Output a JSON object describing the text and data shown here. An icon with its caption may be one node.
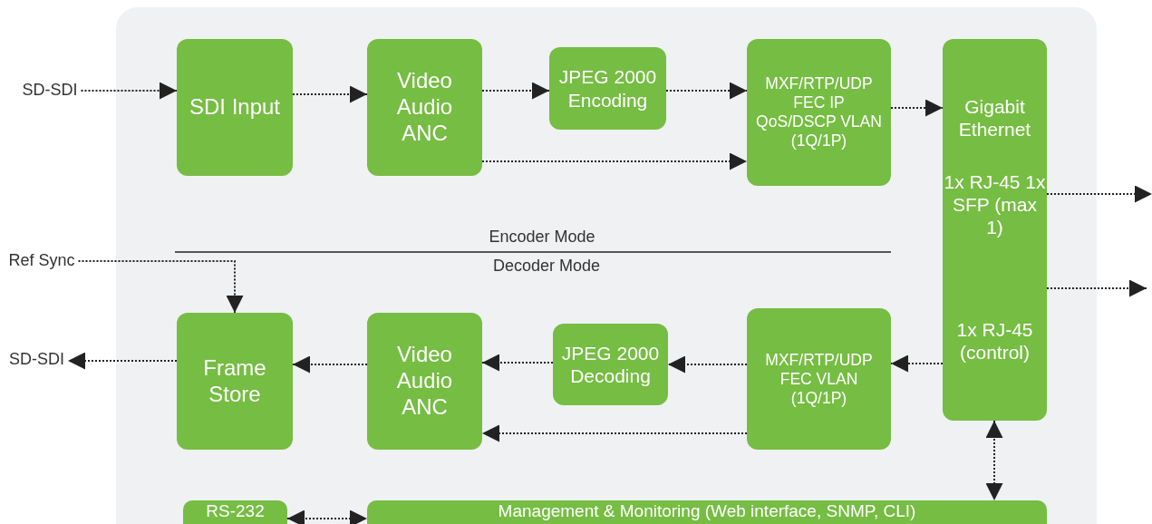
{
  "diagram": {
    "nodes": [
      {
        "text": [
          "SD-SDI"
        ]
      },
      {
        "text": [
          "SDI Input"
        ]
      },
      {
        "text": [
          "Video Audio ANC"
        ]
      },
      {
        "text": [
          "JPEG 2000 Encoding"
        ]
      },
      {
        "text": [
          "MXF/RTP/UDP FEC IP QoS/DSCP VLAN (1Q/1P)"
        ]
      },
      {
        "text": [
          "Gigabit Ethernet",
          "1x RJ-45 1x SFP (max 1)",
          "1x RJ-45 (control)"
        ]
      },
      {
        "text": [
          "Ref Sync"
        ]
      },
      {
        "text": [
          "SD-SDI"
        ]
      },
      {
        "text": [
          "Frame Store"
        ]
      },
      {
        "text": [
          "Video Audio ANC"
        ]
      },
      {
        "text": [
          "JPEG 2000 Decoding"
        ]
      },
      {
        "text": [
          "MXF/RTP/UDP FEC VLAN (1Q/1P)"
        ]
      },
      {
        "text": [
          "RS-232"
        ]
      },
      {
        "text": [
          "Management & Monitoring (Web interface, SNMP, CLI)"
        ]
      }
    ],
    "edges": [
      {
        "from": 0,
        "to": 1,
        "arrow": "to"
      },
      {
        "from": 1,
        "to": 2,
        "arrow": "to"
      },
      {
        "from": 2,
        "to": 3,
        "arrow": "to"
      },
      {
        "from": 2,
        "to": 4,
        "arrow": "to"
      },
      {
        "from": 3,
        "to": 4,
        "arrow": "to"
      },
      {
        "from": 4,
        "to": 5,
        "arrow": "to"
      },
      {
        "from": 5,
        "to": null,
        "arrow": "to"
      },
      {
        "from": 5,
        "to": null,
        "arrow": "to"
      },
      {
        "from": 6,
        "to": 8,
        "arrow": "to"
      },
      {
        "from": 5,
        "to": 11,
        "arrow": "to"
      },
      {
        "from": 11,
        "to": 10,
        "arrow": "to"
      },
      {
        "from": 11,
        "to": 9,
        "arrow": "to"
      },
      {
        "from": 10,
        "to": 9,
        "arrow": "to"
      },
      {
        "from": 9,
        "to": 8,
        "arrow": "to"
      },
      {
        "from": 8,
        "to": 7,
        "arrow": "to"
      },
      {
        "from": 5,
        "to": 13,
        "arrow": "both"
      },
      {
        "from": 12,
        "to": 13,
        "arrow": "both"
      }
    ],
    "labels": [
      "Encoder Mode",
      "Decoder Mode"
    ]
  }
}
